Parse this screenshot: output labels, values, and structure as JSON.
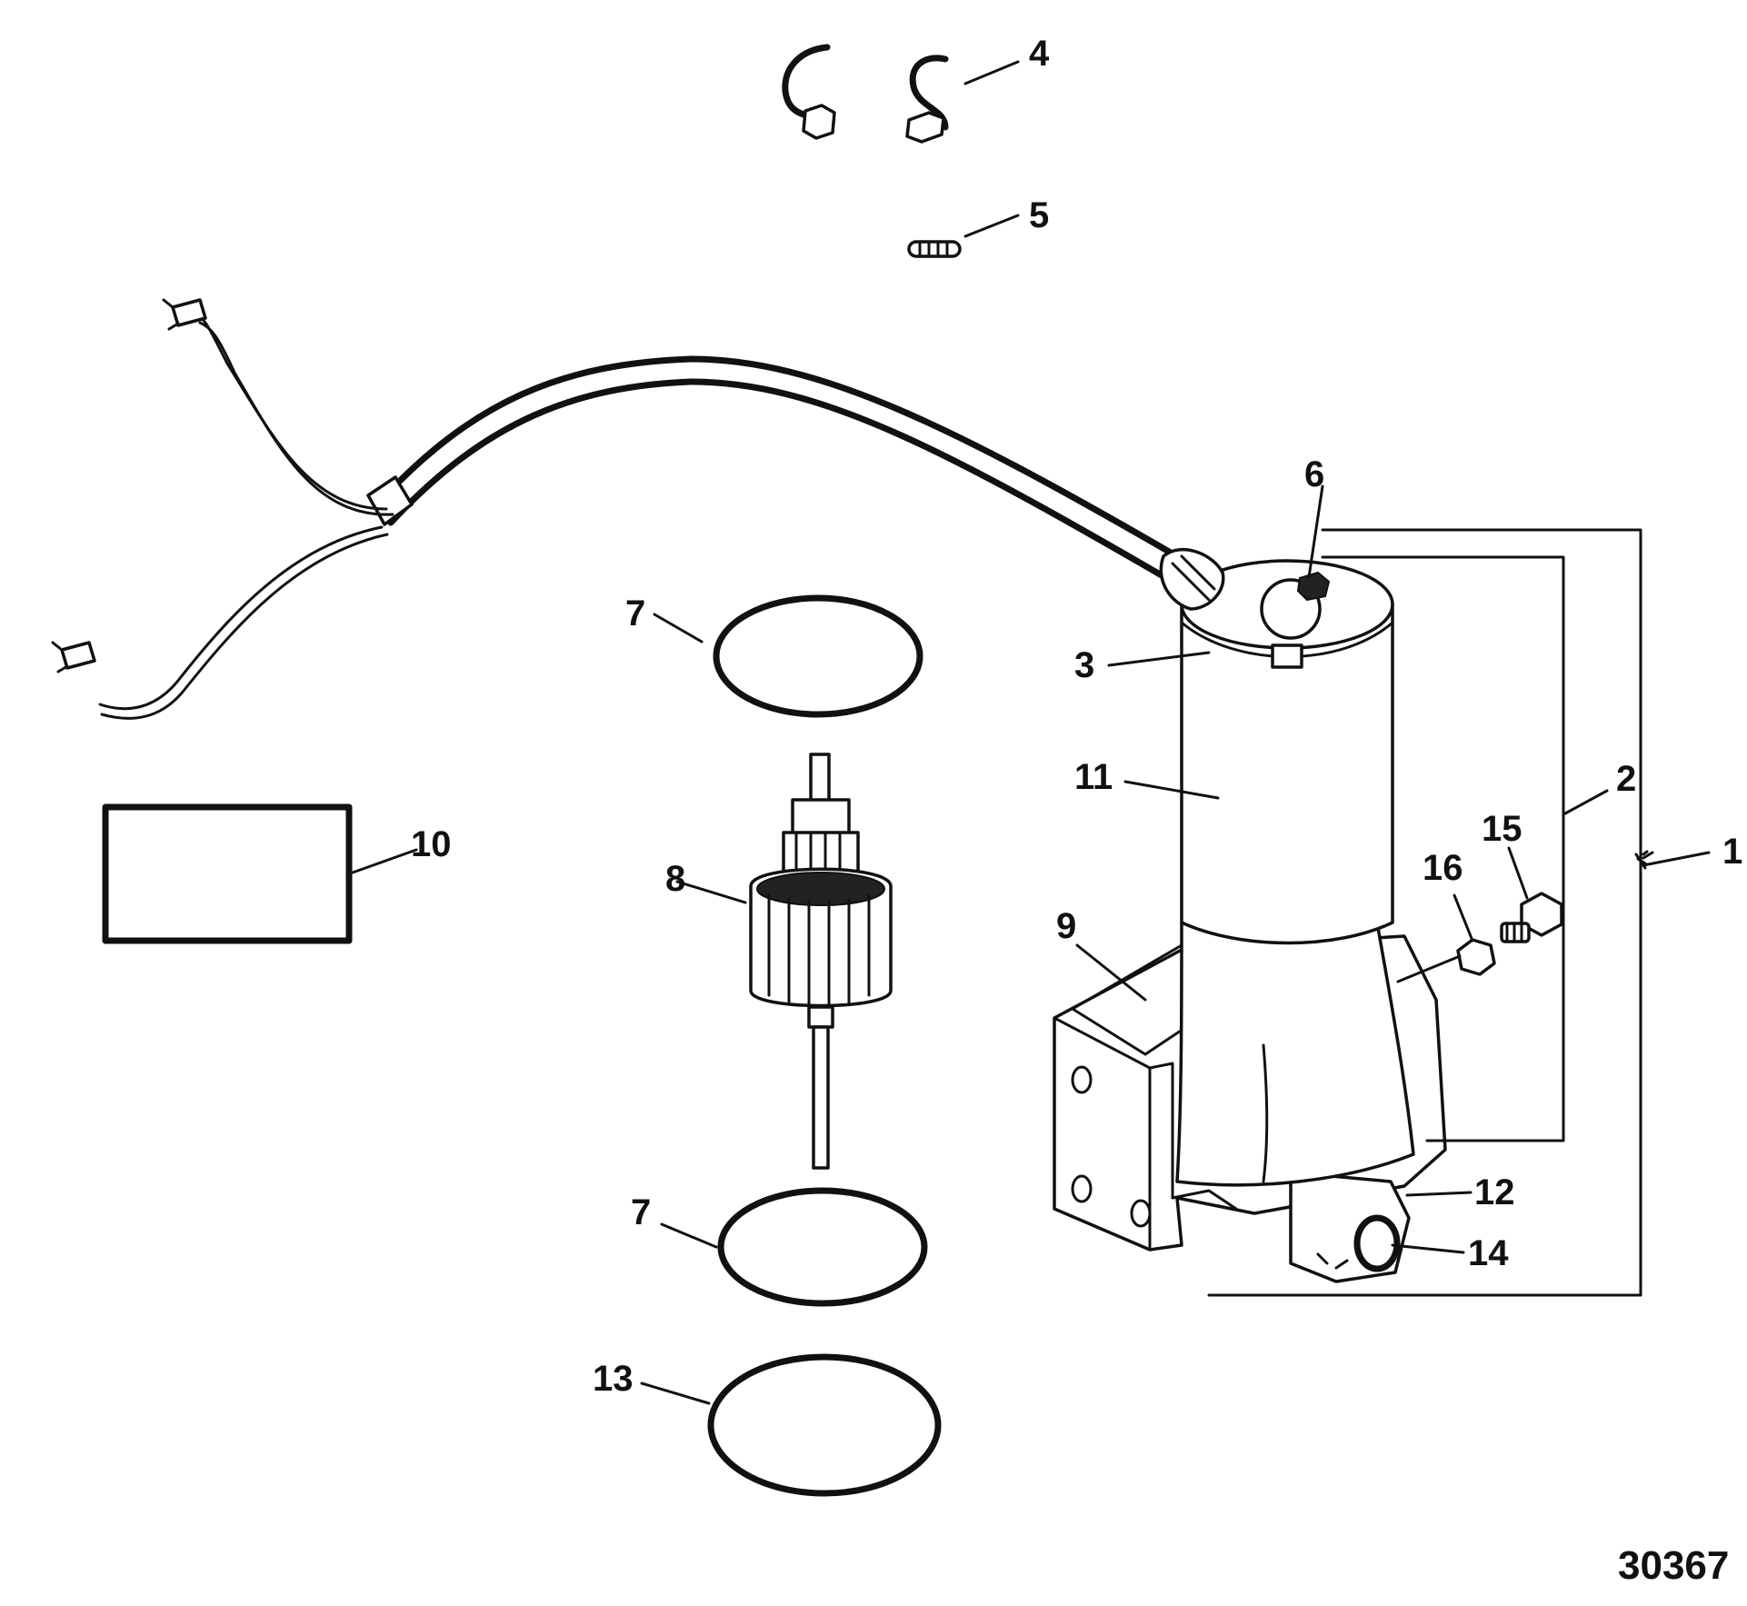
{
  "diagram": {
    "figure_number": "30367",
    "callouts": {
      "c1": "1",
      "c2": "2",
      "c3": "3",
      "c4": "4",
      "c5": "5",
      "c6": "6",
      "c7a": "7",
      "c7b": "7",
      "c8": "8",
      "c9": "9",
      "c10": "10",
      "c11": "11",
      "c12": "12",
      "c13": "13",
      "c14": "14",
      "c15": "15",
      "c16": "16"
    },
    "colors": {
      "ink": "#111111",
      "paper": "#ffffff"
    }
  }
}
